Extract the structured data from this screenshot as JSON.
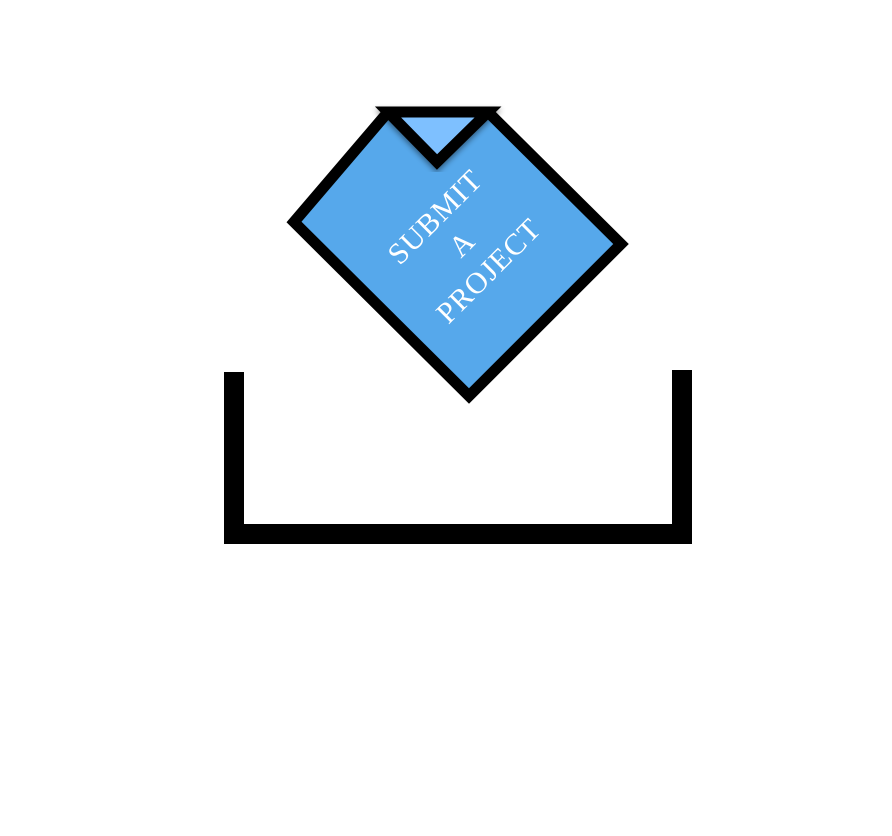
{
  "icon": {
    "name": "submit-project-icon",
    "label_lines": [
      "SUBMIT",
      "A",
      "PROJECT"
    ]
  },
  "colors": {
    "background": "#ffffff",
    "card_fill": "#56a8eb",
    "card_fold": "#7ec0ff",
    "outline": "#000000",
    "text": "#ffffff"
  }
}
